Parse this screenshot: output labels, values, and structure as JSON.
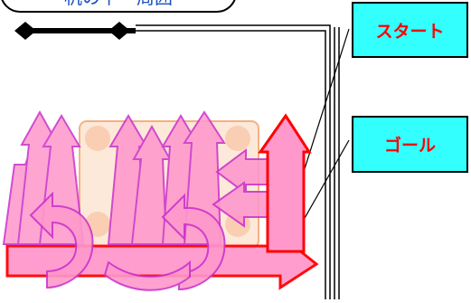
{
  "title_callout": "机の下・周囲",
  "start_label": "スタート",
  "goal_label": "ゴール",
  "colors": {
    "arrow_fill": "#ff99cc",
    "arrow_stroke": "#cc33cc",
    "desk_fill": "#fde9d9",
    "desk_stroke": "#f4b183",
    "leg_fill": "#f8cbad",
    "box_fill": "#33ffff",
    "box_text": "#ff0000",
    "red_outline": "#ff0000"
  }
}
